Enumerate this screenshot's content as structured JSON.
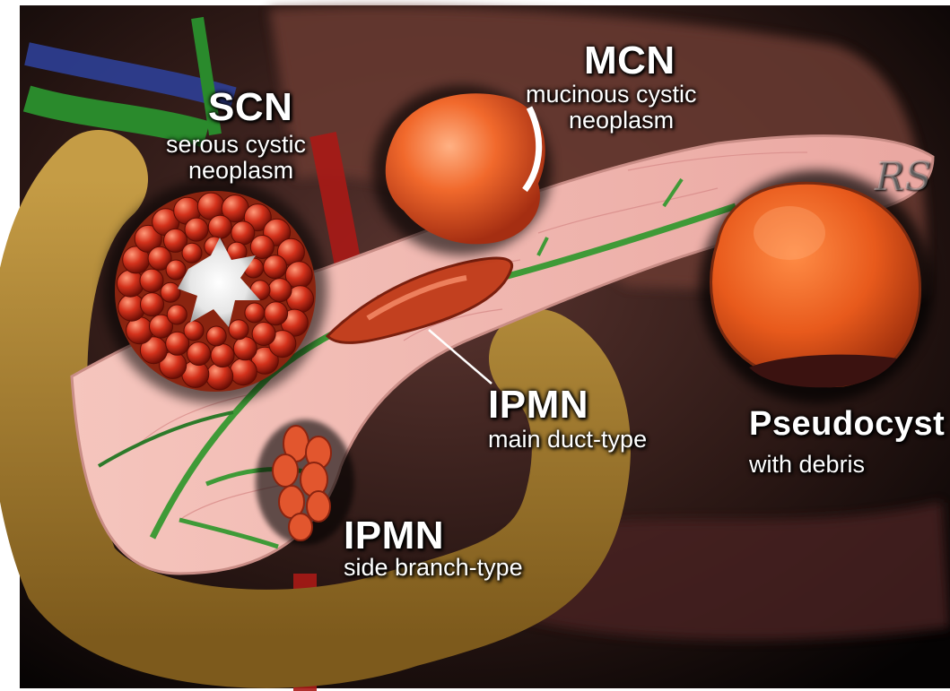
{
  "labels": {
    "scn": {
      "abbr": "SCN",
      "line1": "serous cystic",
      "line2": "neoplasm"
    },
    "mcn": {
      "abbr": "MCN",
      "line1": "mucinous cystic",
      "line2": "neoplasm"
    },
    "ipmn_main": {
      "abbr": "IPMN",
      "desc": "main duct-type"
    },
    "ipmn_side": {
      "abbr": "IPMN",
      "desc": "side branch-type"
    },
    "pseudocyst": {
      "abbr": "Pseudocyst",
      "desc": "with debris"
    }
  },
  "signature": "RS",
  "colors": {
    "background": "#0b0707",
    "pancreas": "#f2bcb4",
    "duct": "#3f9a37",
    "cyst": "#e8632a",
    "duodenum": "#b48a34"
  }
}
